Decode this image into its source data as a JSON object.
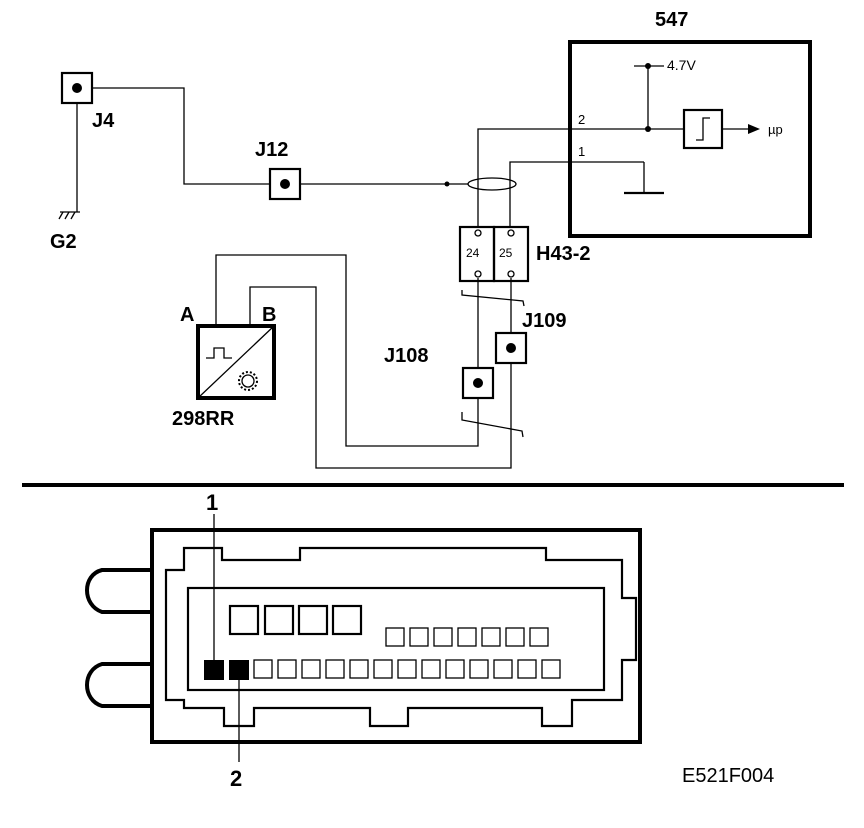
{
  "labels": {
    "ecu": "547",
    "voltage": "4.7V",
    "micro": "µp",
    "ecu_pin2": "2",
    "ecu_pin1": "1",
    "j4": "J4",
    "g2": "G2",
    "j12": "J12",
    "connector": "H43-2",
    "pin24": "24",
    "pin25": "25",
    "j109": "J109",
    "j108": "J108",
    "sensor": "298RR",
    "sensor_a": "A",
    "sensor_b": "B",
    "callout1": "1",
    "callout2": "2",
    "figure_code": "E521F004"
  }
}
